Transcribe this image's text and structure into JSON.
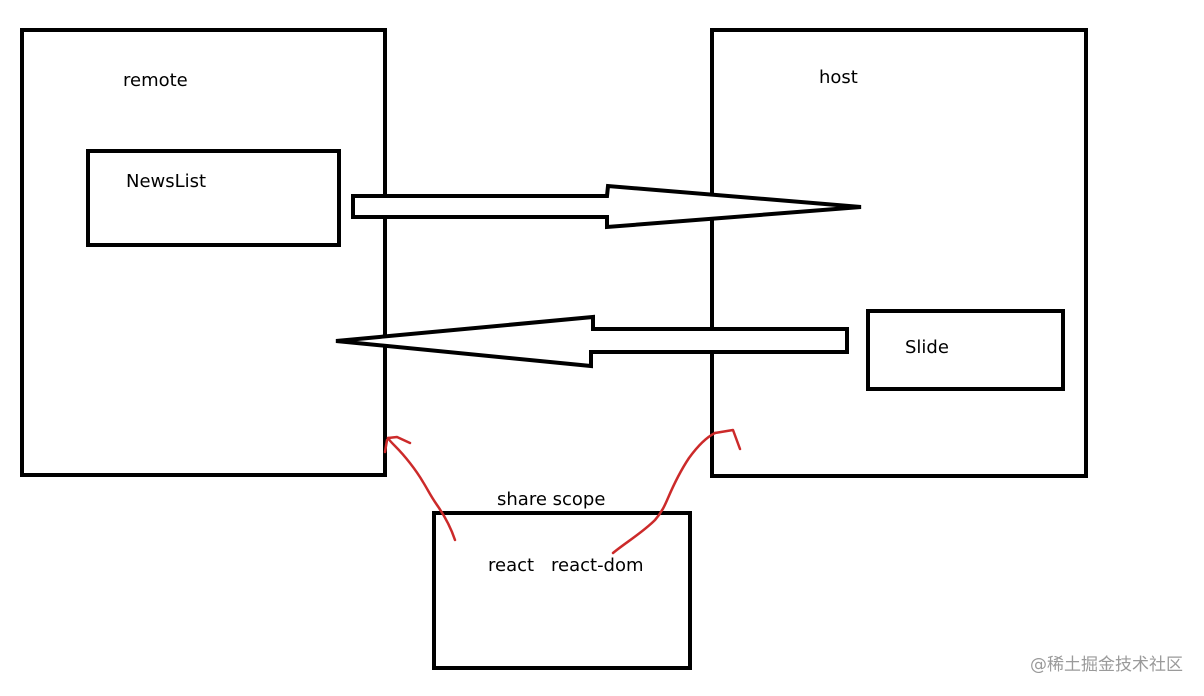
{
  "diagram": {
    "remote": {
      "label": "remote"
    },
    "newslist": {
      "label": "NewsList"
    },
    "host": {
      "label": "host"
    },
    "slide": {
      "label": "Slide"
    },
    "share_scope": {
      "label": "share scope",
      "items": [
        "react",
        "react-dom"
      ]
    }
  },
  "watermark": {
    "text": "@稀土掘金技术社区"
  },
  "colors": {
    "stroke": "#000000",
    "annotation": "#cc2a2a",
    "watermark": "#9a9a9a"
  }
}
